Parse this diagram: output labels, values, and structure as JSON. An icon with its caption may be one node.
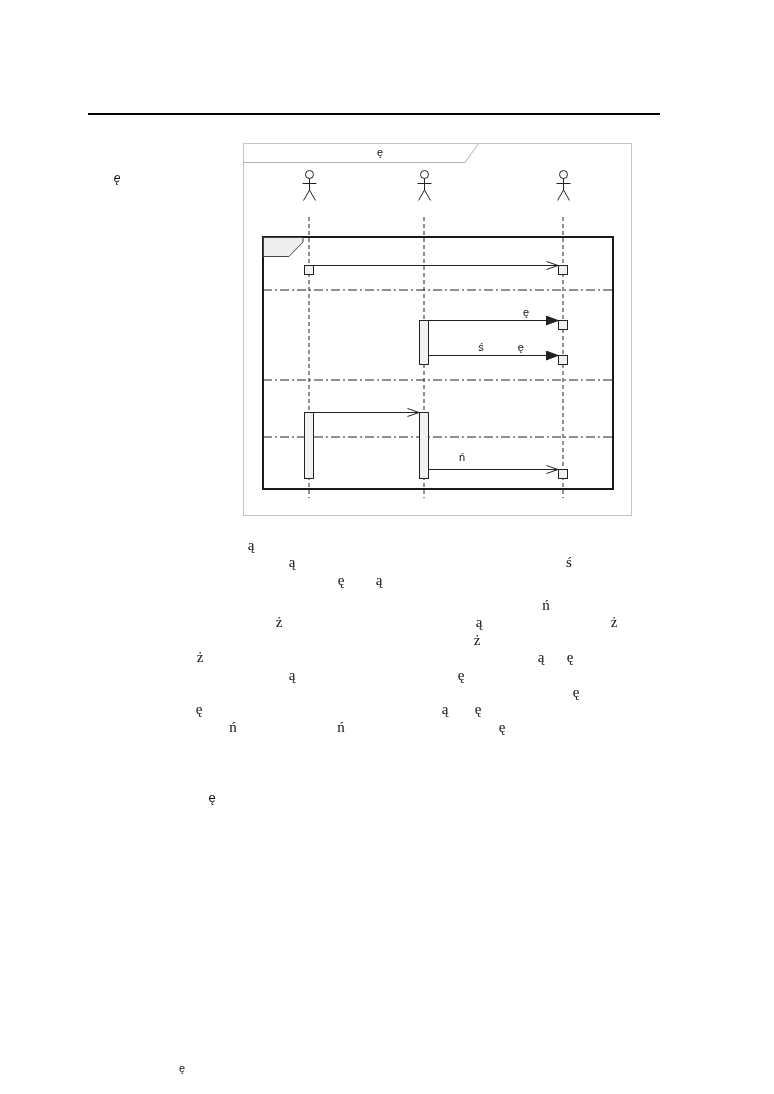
{
  "diagram": {
    "nodes": [
      {
        "text": [
          "ę"
        ]
      },
      {
        "text": [],
        "shape": "person",
        "in": 0
      },
      {
        "text": [],
        "shape": "person",
        "in": 0
      },
      {
        "text": [],
        "shape": "person",
        "in": 0
      },
      {
        "text": [],
        "shape": "box",
        "in": 0
      },
      {
        "text": [],
        "shape": "box",
        "in": 4
      },
      {
        "text": [],
        "shape": "box",
        "in": 4
      },
      {
        "text": [],
        "shape": "bar",
        "in": 4
      },
      {
        "text": [],
        "shape": "box",
        "in": 4
      },
      {
        "text": [],
        "shape": "box",
        "in": 4
      },
      {
        "text": [],
        "shape": "bar",
        "in": 4
      },
      {
        "text": [],
        "shape": "bar",
        "in": 4
      },
      {
        "text": [],
        "shape": "box",
        "in": 4
      }
    ],
    "edges": [
      {
        "from": 5,
        "to": 6,
        "arrow": "to"
      },
      {
        "from": 7,
        "to": 8,
        "arrow": "to",
        "label": "ę"
      },
      {
        "from": 7,
        "to": 9,
        "arrow": "to",
        "label": "ś ę"
      },
      {
        "from": 10,
        "to": 11,
        "arrow": "to"
      },
      {
        "from": 11,
        "to": 12,
        "arrow": "to",
        "label": "ń"
      }
    ],
    "labels": [
      "ę",
      "ą",
      "ą",
      "ś",
      "ę",
      "ą",
      "ń",
      "ż",
      "ą",
      "ż",
      "ż",
      "ż",
      "ą",
      "ę",
      "ą",
      "ę",
      "ę",
      "ę",
      "ą",
      "ę",
      "ń",
      "ń",
      "ę",
      "ę",
      "ę"
    ]
  }
}
